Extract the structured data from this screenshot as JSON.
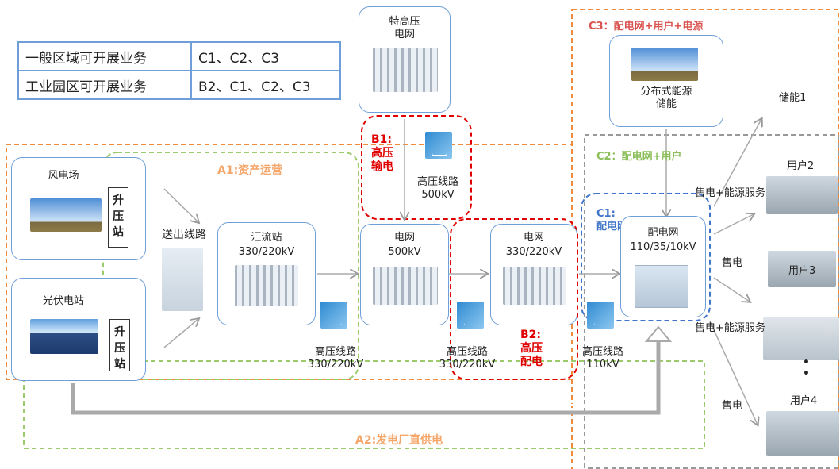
{
  "table": {
    "rows": [
      {
        "area": "一般区域可开展业务",
        "biz": "C1、C2、C3"
      },
      {
        "area": "工业园区可开展业务",
        "biz": "B2、C1、C2、C3"
      }
    ]
  },
  "zones": {
    "a1": "A1:资产运营",
    "a2": "A2:发电厂直供电",
    "b1": "B1:\n高压\n输电",
    "b2": "B2:\n高压\n配电",
    "c1": "C1:\n配电网",
    "c2": "C2：配电网+用户",
    "c3": "C3：配电网+用户+电源"
  },
  "nodes": {
    "wind": "风电场",
    "solar": "光伏电站",
    "boost1": "升\n压\n站",
    "boost2": "升\n压\n站",
    "outline": "送出线路",
    "collect_name": "汇流站",
    "collect_kv": "330/220kV",
    "uhv": "特高压\n电网",
    "grid500_name": "电网",
    "grid500_kv": "500kV",
    "grid330_name": "电网",
    "grid330_kv": "330/220kV",
    "dist_name": "配电网",
    "dist_kv": "110/35/10kV",
    "der": "分布式能源\n储能",
    "line500": "高压线路\n500kV",
    "line330a": "高压线路\n330/220kV",
    "line330b": "高压线路\n330/220kV",
    "line110": "高压线路\n110kV"
  },
  "users": {
    "storage": "储能1",
    "u2": "用户2",
    "u3": "用户3",
    "u4": "用户4",
    "dots": "•\n•",
    "s1": "售电+能源服务",
    "s2": "售电",
    "s3": "售电+能源服务",
    "s4": "售电"
  },
  "colors": {
    "orange": "#f08a3c",
    "green": "#9ccb6c",
    "red": "#e00000",
    "blue": "#3f74c8",
    "gray": "#999999",
    "box": "#6f9fd8"
  }
}
